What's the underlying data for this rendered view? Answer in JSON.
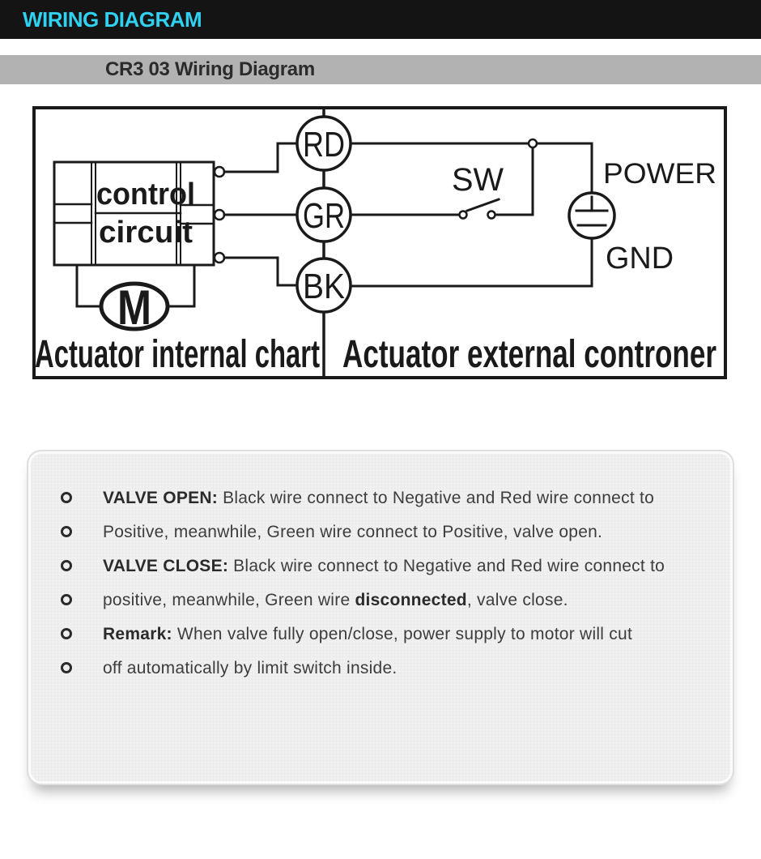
{
  "header": {
    "title": "WIRING DIAGRAM"
  },
  "subheader": {
    "title": "CR3 03 Wiring Diagram"
  },
  "colors": {
    "header-bar": "#141414",
    "header-accent": "#2fd0f0",
    "subheader-bar": "#b2b2b2",
    "subheader-text": "#2b2b2b",
    "diagram-ink": "#1a1a1a",
    "notes-bg": "#f1f1f1",
    "note-text": "#3d3d3d",
    "note-bold": "#2b2b2b"
  },
  "diagram": {
    "labels": {
      "control_top": "control",
      "control_bottom": "circuit",
      "motor": "M",
      "wire_red": "RD",
      "wire_green": "GR",
      "wire_black": "BK",
      "switch": "SW",
      "power": "POWER",
      "ground": "GND",
      "caption_internal": "Actuator internal chart",
      "caption_external": "Actuator external controner"
    }
  },
  "notes": {
    "lines": [
      {
        "segments": [
          {
            "text": "VALVE OPEN:",
            "bold": true
          },
          {
            "text": " Black wire connect to Negative and Red wire connect to",
            "bold": false
          }
        ]
      },
      {
        "segments": [
          {
            "text": "Positive, meanwhile, Green wire connect to Positive, valve open.",
            "bold": false
          }
        ]
      },
      {
        "segments": [
          {
            "text": "VALVE CLOSE:",
            "bold": true
          },
          {
            "text": " Black wire connect to Negative and Red wire connect to",
            "bold": false
          }
        ]
      },
      {
        "segments": [
          {
            "text": "positive, meanwhile, Green wire ",
            "bold": false
          },
          {
            "text": "disconnected",
            "bold": true
          },
          {
            "text": ", valve close.",
            "bold": false
          }
        ]
      },
      {
        "segments": [
          {
            "text": "Remark:",
            "bold": true
          },
          {
            "text": " When valve fully open/close, power supply to motor will cut",
            "bold": false
          }
        ]
      },
      {
        "segments": [
          {
            "text": "off automatically by limit switch inside.",
            "bold": false
          }
        ]
      }
    ]
  }
}
